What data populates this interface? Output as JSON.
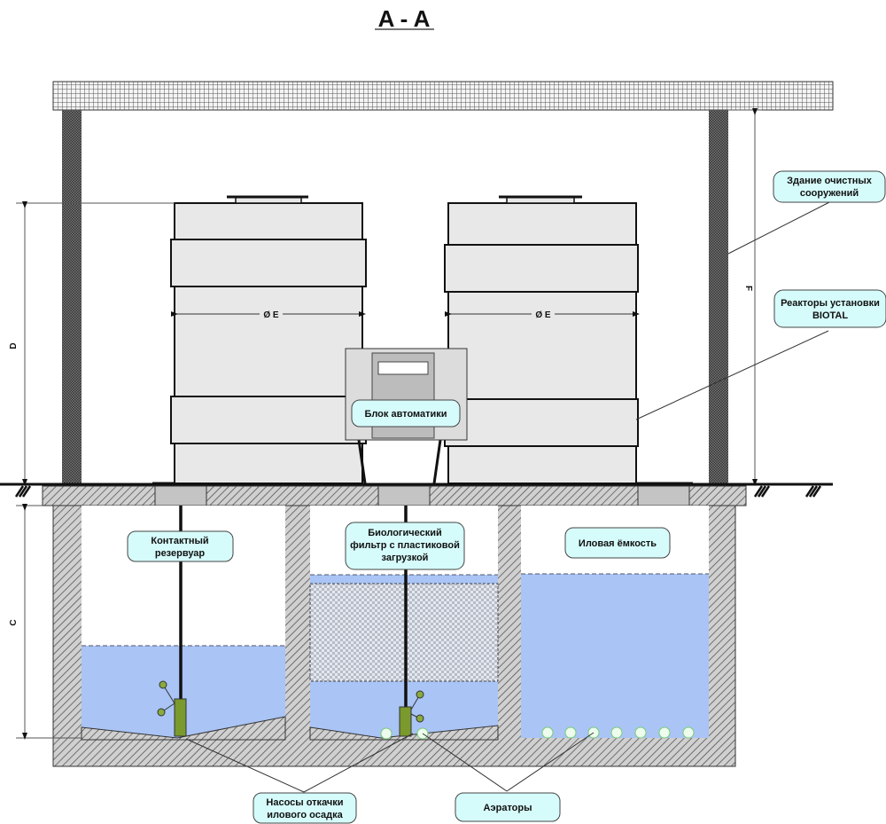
{
  "title": "A - A",
  "dimensions": {
    "D": "D",
    "C": "C",
    "F": "F",
    "E_left": "Ø E",
    "E_right": "Ø E"
  },
  "labels": {
    "building": [
      "Здание очистных",
      "сооружений"
    ],
    "reactors": [
      "Реакторы установки",
      "BIOTAL"
    ],
    "automation": [
      "Блок автоматики"
    ],
    "contact_tank": [
      "Контактный",
      "резервуар"
    ],
    "bio_filter": [
      "Биологический",
      "фильтр с пластиковой",
      "загрузкой"
    ],
    "sludge_tank": [
      "Иловая ёмкость"
    ],
    "pumps": [
      "Насосы откачки",
      "илового осадка"
    ],
    "aerators": [
      "Аэраторы"
    ]
  },
  "colors": {
    "water": "#a9c4f5",
    "callout_fill": "#d6fbfb",
    "tank_fill": "#e8e8e8",
    "pump": "#7a9a2e",
    "aerator": "#eefcee"
  }
}
